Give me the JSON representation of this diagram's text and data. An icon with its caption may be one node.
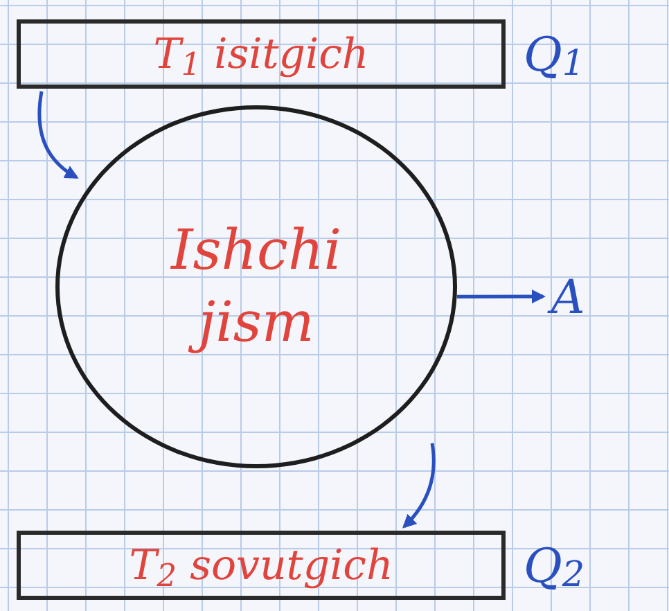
{
  "diagram": {
    "nodes": [
      {
        "text": [
          "T$_{1}$ isitgich"
        ],
        "beside": [
          "Q$_{1}$"
        ]
      },
      {
        "text": [
          "Ishchi jism"
        ]
      },
      {
        "text": [
          "A"
        ]
      },
      {
        "text": [
          "T$_{2}$ sovutgich"
        ],
        "beside": [
          "Q$_{2}$"
        ]
      }
    ],
    "edges": [
      {
        "from": 0,
        "to": 1,
        "arrow": "to"
      },
      {
        "from": 1,
        "to": 2,
        "arrow": "to"
      },
      {
        "from": 1,
        "to": 3,
        "arrow": "to"
      }
    ]
  }
}
